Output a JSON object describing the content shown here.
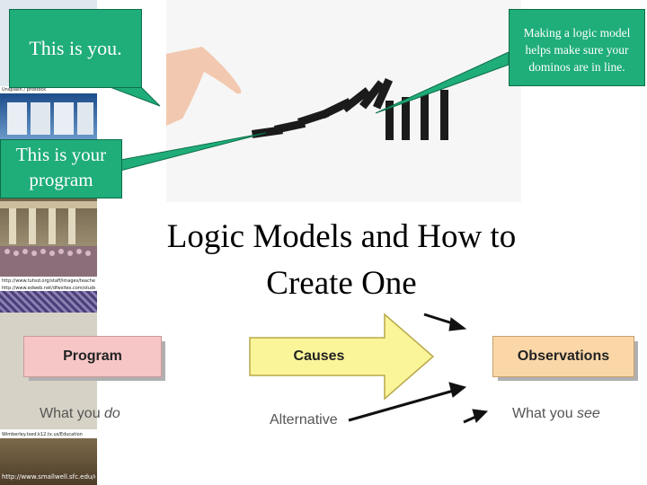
{
  "callouts": {
    "you": "This is you.",
    "program_line1": "This is your",
    "program_line2": "program",
    "logic_line1": "Making a logic model",
    "logic_line2": "helps make sure your",
    "logic_line3": "dominos are in line."
  },
  "title": {
    "line1": "Logic Models and How to",
    "line2": "Create One"
  },
  "strip": {
    "caption_top": "Unsplash / prostock",
    "caption_url1": "http://www.tuhsd.org/staff/images/teachers/staffwebsiteg",
    "caption_url2": "http://www.edweb.net/dfwsites.com/student/program.html",
    "caption_url3": "Wimberley.tsed.k12.tx.us/Education",
    "caption_bottom": "http://www.smallwell.sfc.edu/dy"
  },
  "diagram": {
    "program": "Program",
    "causes": "Causes",
    "observations": "Observations",
    "what_you": "What you ",
    "do": "do",
    "what_you_2": "What you ",
    "see": "see",
    "alternative": "Alternative"
  },
  "colors": {
    "callout_green": "#1fad7a",
    "program_fill": "#f6c6c6",
    "causes_fill": "#fbf59a",
    "observations_fill": "#fbd7a8"
  }
}
